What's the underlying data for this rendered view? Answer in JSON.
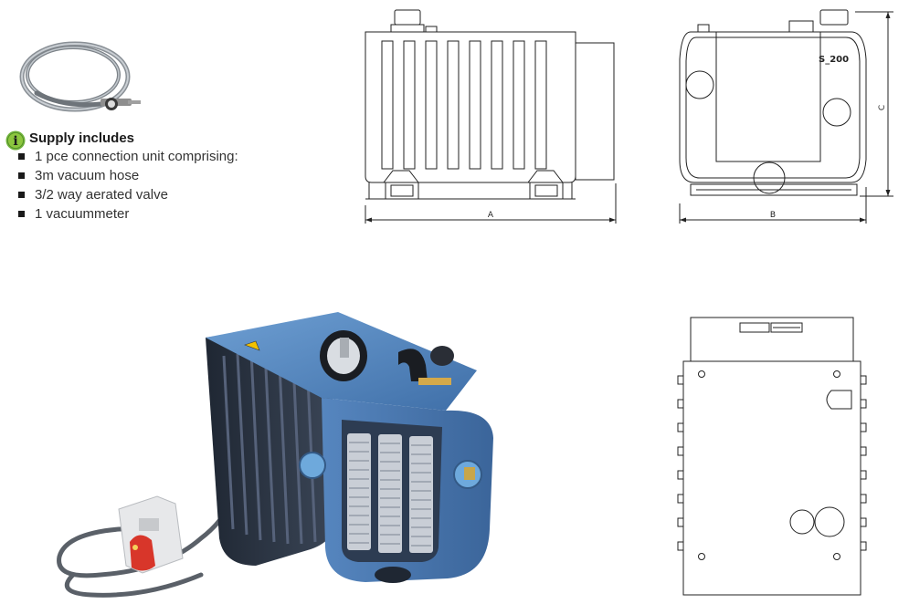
{
  "supply": {
    "title": "Supply includes",
    "items": [
      "1 pce connection unit comprising:",
      "3m vacuum hose",
      "3/2 way aerated valve",
      "1 vacuummeter"
    ]
  },
  "drawings": {
    "dim_a": "A",
    "dim_b": "B",
    "dim_c": "C",
    "model": "S_200"
  },
  "colors": {
    "pump_blue": "#4d7fb8",
    "pump_dark": "#2e3a4a",
    "info_green": "#6fb23a",
    "plug_red": "#d8362a"
  }
}
